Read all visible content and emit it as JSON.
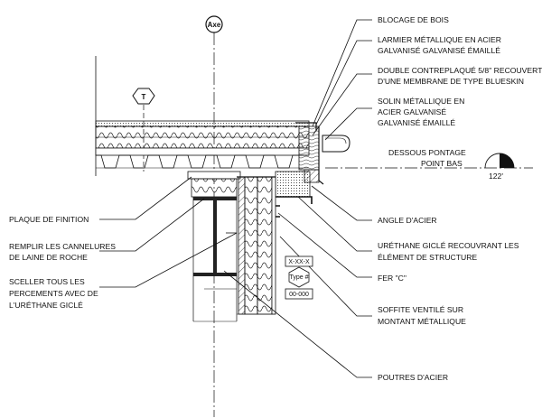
{
  "markers": {
    "axe": "Axe",
    "t": "T",
    "elevation": "122'",
    "tag_top": "X-XX-X",
    "tag_middle": "Type #",
    "tag_bottom": "00-000"
  },
  "labels_left": [
    "PLAQUE DE FINITION",
    "REMPLIR LES CANNELURES",
    "DE LAINE DE ROCHE",
    "SCELLER TOUS LES",
    "PERCEMENTS AVEC DE",
    "L'URÉTHANE GICLÉ"
  ],
  "labels_right": [
    "BLOCAGE DE BOIS",
    "LARMIER MÉTALLIQUE EN ACIER",
    "GALVANISÉ GALVANISÉ ÉMAILLÉ",
    "DOUBLE CONTREPLAQUÉ 5/8\" RECOUVERT",
    "D'UNE MEMBRANE DE TYPE BLUESKIN",
    "SOLIN MÉTALLIQUE EN",
    "ACIER GALVANISÉ",
    "GALVANISÉ ÉMAILLÉ",
    "DESSOUS PONTAGE",
    "POINT BAS",
    "ANGLE D'ACIER",
    "URÉTHANE GICLÉ RECOUVRANT LES",
    "ÉLÉMENT DE STRUCTURE",
    "FER \"C\"",
    "SOFFITE VENTILÉ SUR",
    "MONTANT MÉTALLIQUE",
    "POUTRES D'ACIER"
  ]
}
